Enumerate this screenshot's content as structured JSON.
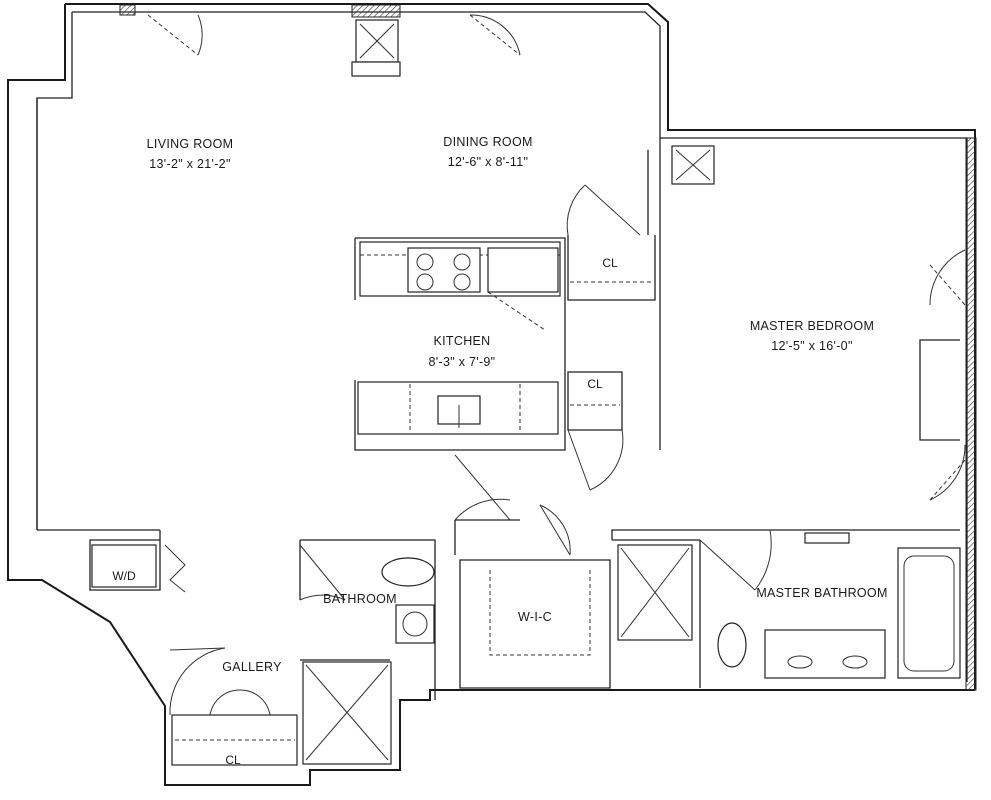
{
  "rooms": {
    "living": {
      "name": "LIVING ROOM",
      "dims": "13'-2\" x 21'-2\""
    },
    "dining": {
      "name": "DINING ROOM",
      "dims": "12'-6\" x 8'-11\""
    },
    "kitchen": {
      "name": "KITCHEN",
      "dims": "8'-3\" x 7'-9\""
    },
    "bedroom": {
      "name": "MASTER BEDROOM",
      "dims": "12'-5\" x 16'-0\""
    },
    "masterbath": {
      "name": "MASTER BATHROOM"
    },
    "bathroom": {
      "name": "BATHROOM"
    },
    "gallery": {
      "name": "GALLERY"
    },
    "wic": {
      "name": "W-I-C"
    },
    "wd": {
      "name": "W/D"
    },
    "closet_1": {
      "name": "CL"
    },
    "closet_2": {
      "name": "CL"
    },
    "closet_3": {
      "name": "CL"
    }
  }
}
